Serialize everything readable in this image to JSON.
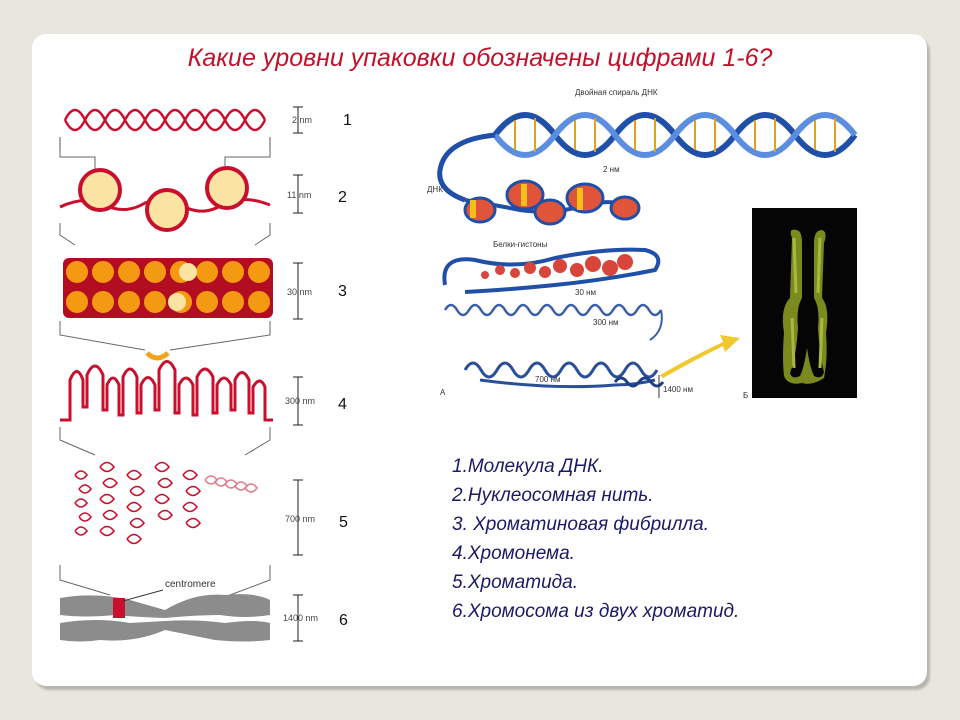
{
  "title": "Какие уровни упаковки обозначены цифрами 1-6?",
  "left": {
    "scales": [
      "2 nm",
      "11 nm",
      "30 nm",
      "300 nm",
      "700 nm",
      "1400 nm"
    ],
    "numbers": [
      "1",
      "2",
      "3",
      "4",
      "5",
      "6"
    ],
    "centromere": "centromere"
  },
  "right": {
    "dna_helix": "Двойная спираль ДНК",
    "dna": "ДНК",
    "histones": "Белки-гистоны",
    "s2": "2 нм",
    "s30": "30 нм",
    "s300": "300 нм",
    "s700": "700 нм",
    "s1400": "1400 нм",
    "letter_a": "А",
    "letter_b": "Б"
  },
  "answers": [
    "1.Молекула ДНК.",
    "2.Нуклеосомная нить.",
    "3.  Хроматиновая фибрилла.",
    "4.Хромонема.",
    "5.Хроматида.",
    "6.Хромосома из двух хроматид."
  ],
  "colors": {
    "title": "#c0122b",
    "text": "#1a1a66",
    "dna_red": "#c8102e",
    "helix_blue": "#1f4fa8"
  }
}
